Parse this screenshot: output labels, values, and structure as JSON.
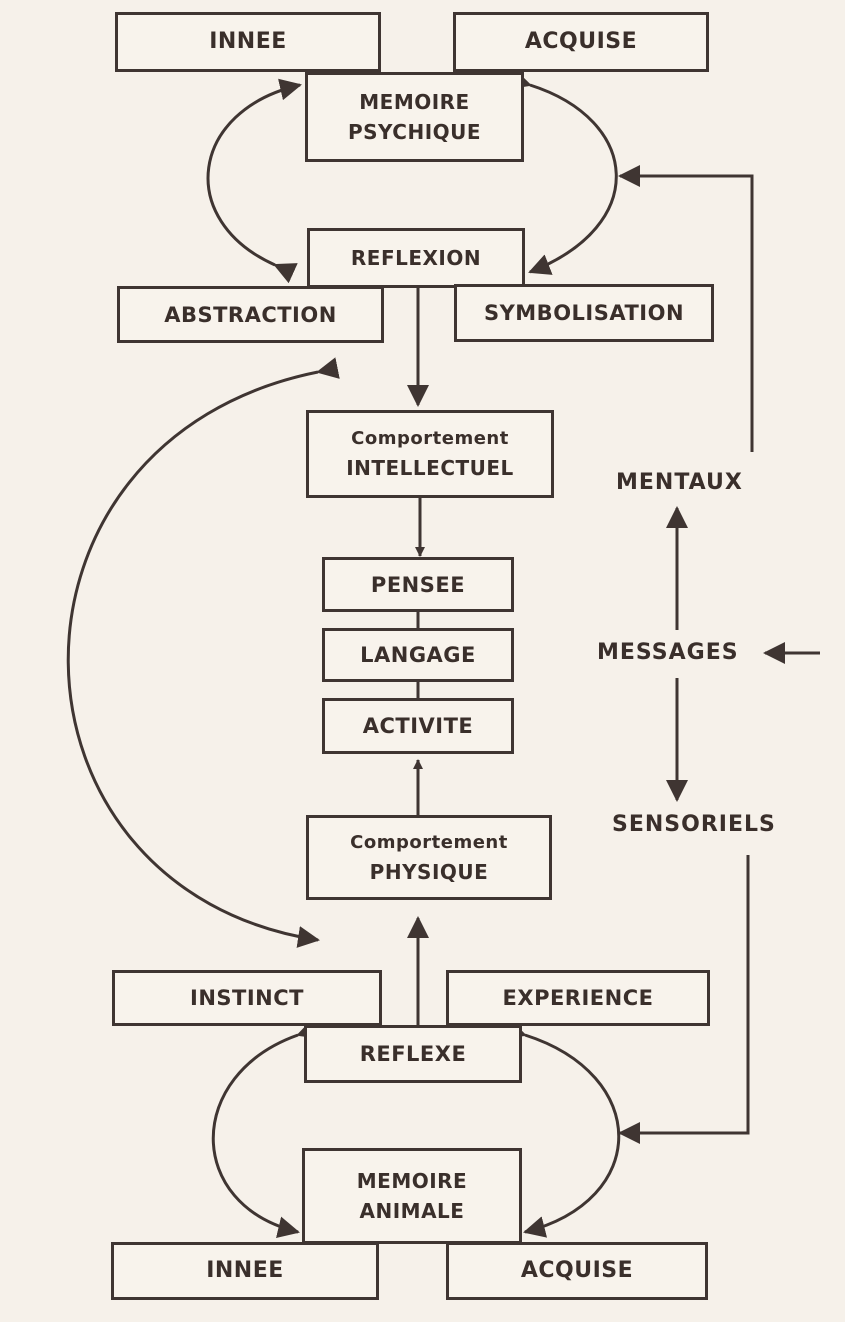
{
  "top": {
    "innee": "INNEE",
    "acquise": "ACQUISE",
    "memoire_line1": "MEMOIRE",
    "memoire_line2": "PSYCHIQUE",
    "reflexion": "REFLEXION",
    "abstraction": "ABSTRACTION",
    "symbolisation": "SYMBOLISATION"
  },
  "middle": {
    "comp_intellectuel_line1": "Comportement",
    "comp_intellectuel_line2": "INTELLECTUEL",
    "pensee": "PENSEE",
    "langage": "LANGAGE",
    "activite": "ACTIVITE",
    "comp_physique_line1": "Comportement",
    "comp_physique_line2": "PHYSIQUE"
  },
  "right": {
    "mentaux": "MENTAUX",
    "messages": "MESSAGES",
    "sensoriels": "SENSORIELS"
  },
  "bottom": {
    "instinct": "INSTINCT",
    "experience": "EXPERIENCE",
    "reflexe": "REFLEXE",
    "memoire_line1": "MEMOIRE",
    "memoire_line2": "ANIMALE",
    "innee": "INNEE",
    "acquise": "ACQUISE"
  },
  "colors": {
    "ink": "#3f3532",
    "paper": "#f6f1ea"
  }
}
